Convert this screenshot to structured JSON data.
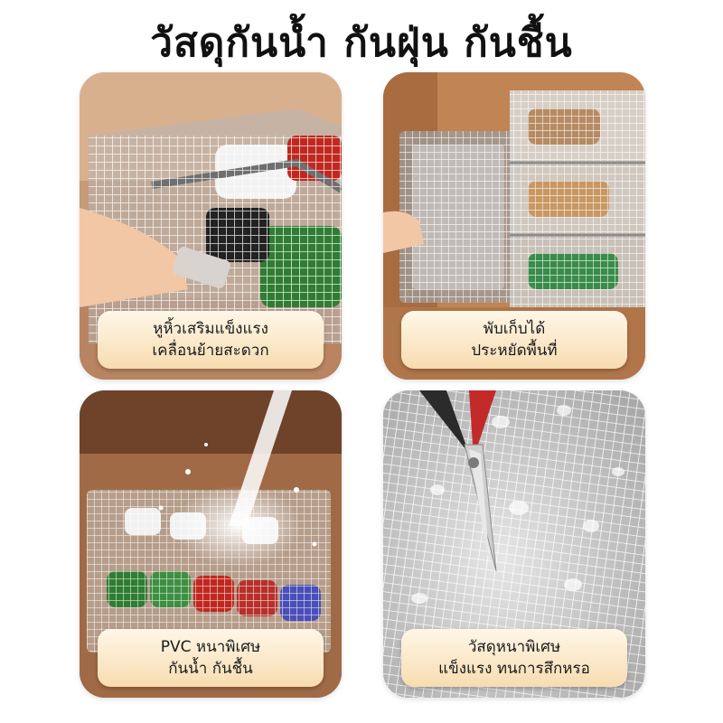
{
  "title": "วัสดุกันน้ำ กันฝุ่น กันชื้น",
  "panels": [
    {
      "line1": "หูหิ้วเสริมแข็งแรง",
      "line2": "เคลื่อนย้ายสะดวก"
    },
    {
      "line1": "พับเก็บได้",
      "line2": "ประหยัดพื้นที่"
    },
    {
      "line1": "PVC หนาพิเศษ",
      "line2": "กันน้ำ กันชื้น"
    },
    {
      "line1": "วัสดุหนาพิเศษ",
      "line2": "แข็งแรง ทนการสึกหรอ"
    }
  ]
}
